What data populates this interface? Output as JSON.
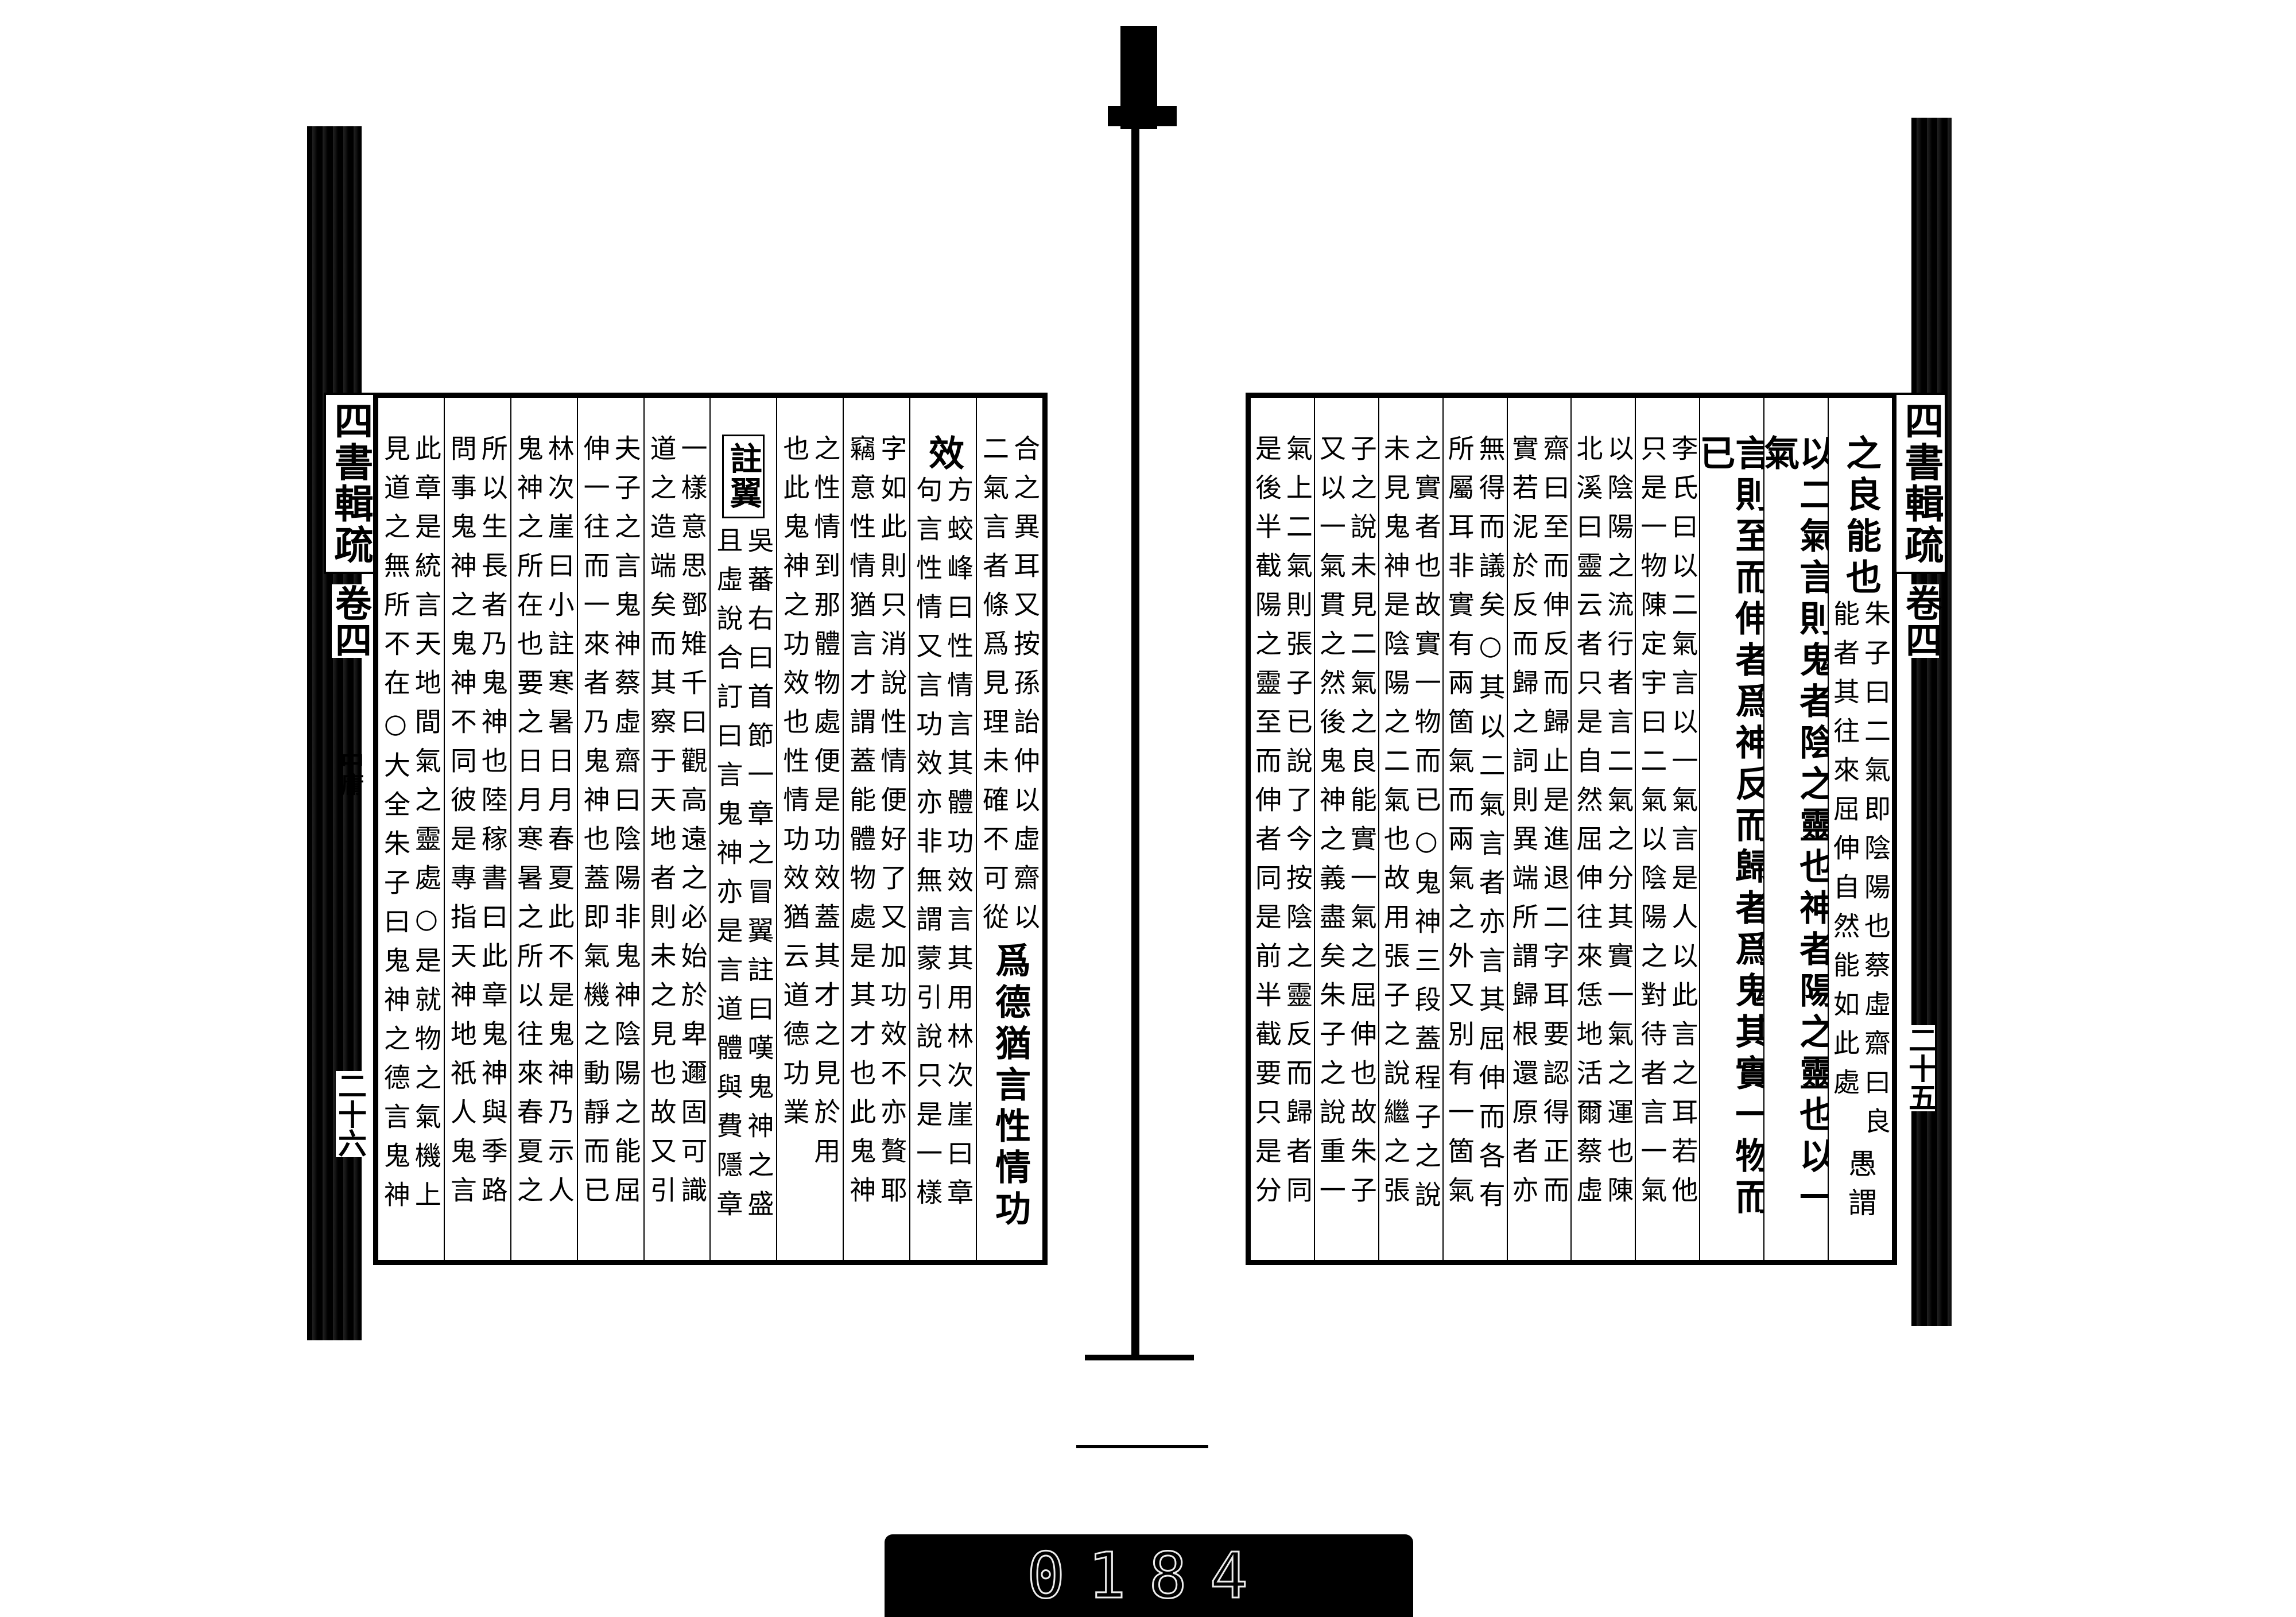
{
  "left_page": {
    "margin": {
      "book_title": "四書輯疏",
      "volume": "卷四",
      "section": "中庸",
      "page_number": "二十六"
    },
    "columns": [
      [
        {
          "small": [
            "合之異耳又按孫詒仲以虛齋以",
            "二氣言者條爲見理未確不可從"
          ]
        },
        {
          "big": "爲德猶言性情功"
        }
      ],
      [
        {
          "big": "效"
        },
        {
          "small": [
            "方蛟峰曰性情言其體功效言其用林次崖曰章",
            "句言性情又言功效亦非無謂蒙引說只是一樣"
          ]
        }
      ],
      [
        {
          "small": [
            "字如此則只消說性情便好了又加功效不亦贅耶",
            "竊意性情猶言才謂蓋能體物處是其才也此鬼神"
          ]
        }
      ],
      [
        {
          "small": [
            "之性情到那體物處便是功效蓋其才之見於用",
            "也此鬼神之功效也性情功效猶云道德功業"
          ]
        }
      ],
      [
        {
          "box": "註翼"
        },
        {
          "small": [
            "吳蕃右曰首節一章之冒翼註曰嘆鬼神之盛",
            "且虛說合訂曰言鬼神亦是言道體與費隱章"
          ]
        }
      ],
      [
        {
          "small": [
            "一樣意思鄧雉千曰觀高遠之必始於卑邇固可識",
            "道之造端矣而其察于天地者則未之見也故又引"
          ]
        }
      ],
      [
        {
          "small": [
            "夫子之言鬼神蔡虛齋曰陰陽非鬼神陰陽之能屈",
            "伸一往而一來者乃鬼神也蓋即氣機之動靜而已"
          ]
        }
      ],
      [
        {
          "small": [
            "林次崖曰小註寒暑日月春夏此不是鬼神乃示人",
            "鬼神之所在也要之日月寒暑之所以往來春夏之"
          ]
        }
      ],
      [
        {
          "small": [
            "所以生長者乃鬼神也陸稼書曰此章鬼神與季路",
            "問事鬼神之鬼神不同彼是專指天神地祇人鬼言"
          ]
        }
      ],
      [
        {
          "small": [
            "此章是統言天地間氣之靈處○是就物之氣機上",
            "見道之無所不在○大全朱子曰鬼神之德言鬼神"
          ]
        }
      ]
    ]
  },
  "right_page": {
    "margin": {
      "book_title": "四書輯疏",
      "volume": "卷四",
      "page_number": "二十五"
    },
    "columns": [
      [
        {
          "big": "之良能也"
        },
        {
          "small": [
            "朱子曰二氣即陰陽也蔡虛齋曰良",
            "能者其往來屈伸自然能如此處"
          ]
        },
        {
          "center": "愚謂"
        }
      ],
      [
        {
          "big": "以二氣言則鬼者陰之靈也神者陽之靈也以一氣"
        }
      ],
      [
        {
          "big": "言則至而伸者爲神反而歸者爲鬼其實一物而已"
        }
      ],
      [
        {
          "small": [
            "李氏曰以二氣言以一氣言是人以此言之耳若他",
            "只是一物陳定宇曰二氣以陰陽之對待者言一氣"
          ]
        }
      ],
      [
        {
          "small": [
            "以陰陽之流行者言二氣之分其實一氣之運也陳",
            "北溪曰靈云者只是自然屈伸往來恁地活爾蔡虛"
          ]
        }
      ],
      [
        {
          "small": [
            "齋曰至而伸反而歸止是進退二字耳要認得正而",
            "實若泥於反而歸之詞則異端所謂歸根還原者亦"
          ]
        }
      ],
      [
        {
          "small": [
            "無得而議矣○其以二氣言者亦言其屈伸而各有",
            "所屬耳非實有兩箇氣而兩氣之外又別有一箇氣"
          ]
        }
      ],
      [
        {
          "small": [
            "之實者也故實一物而已○鬼神三段蓋程子之說",
            "未見鬼神是陰陽之二氣也故用張子之說繼之張"
          ]
        }
      ],
      [
        {
          "small": [
            "子之說未見二氣之良能實一氣之屈伸也故朱子",
            "又以一氣貫之然後鬼神之義盡矣朱子之說重一"
          ]
        }
      ],
      [
        {
          "small": [
            "氣上二氣則張子已說了今按陰之靈反而歸者同",
            "是後半截陽之靈至而伸者同是前半截要只是分"
          ]
        }
      ]
    ]
  },
  "archive_stamp": {
    "number": "0184"
  }
}
